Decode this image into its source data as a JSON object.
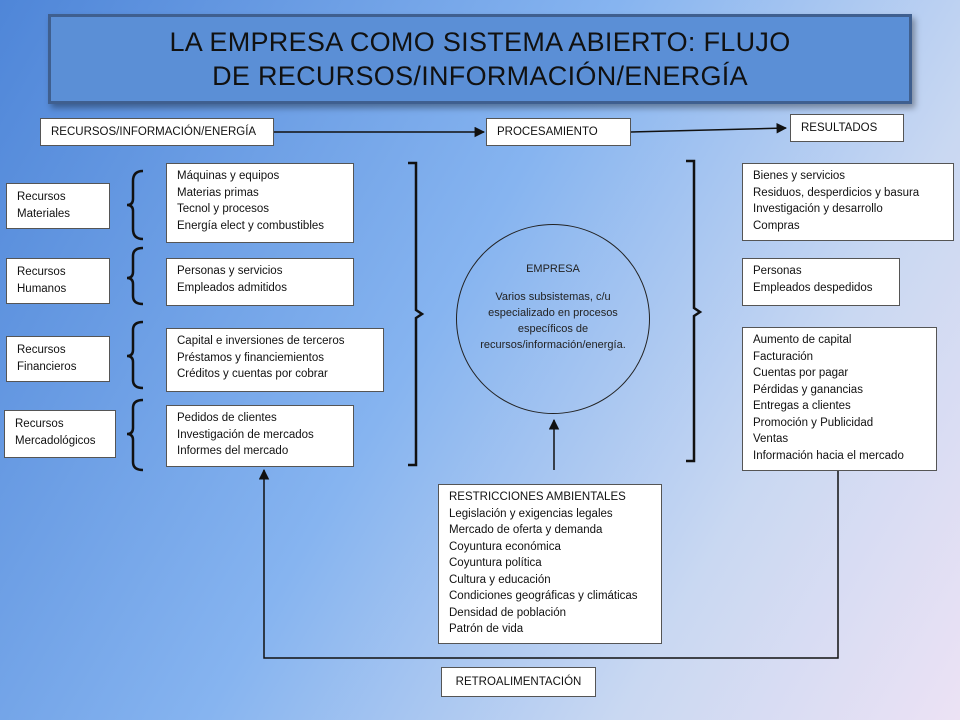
{
  "title": "LA EMPRESA COMO SISTEMA ABIERTO: FLUJO DE RECURSOS/INFORMACIÓN/ENERGÍA",
  "flow": {
    "inputs_label": "RECURSOS/INFORMACIÓN/ENERGÍA",
    "processing_label": "PROCESAMIENTO",
    "results_label": "RESULTADOS"
  },
  "resource_categories": [
    "Recursos Materiales",
    "Recursos Humanos",
    "Recursos Financieros",
    "Recursos Mercadológicos"
  ],
  "resource_details": [
    [
      "Máquinas y equipos",
      "Materias primas",
      "Tecnol y procesos",
      "Energía elect y combustibles"
    ],
    [
      "Personas y servicios",
      "Empleados admitidos"
    ],
    [
      "Capital e inversiones de terceros",
      "Préstamos y financiemientos",
      "Créditos y cuentas por cobrar"
    ],
    [
      "Pedidos de clientes",
      "Investigación de mercados",
      "Informes del mercado"
    ]
  ],
  "company": {
    "label": "EMPRESA",
    "description": "Varios subsistemas, c/u especializado en procesos específicos de recursos/información/energía."
  },
  "results": [
    [
      "Bienes y servicios",
      "Residuos, desperdicios y basura",
      "Investigación y desarrollo",
      "Compras"
    ],
    [
      "Personas",
      "Empleados despedidos"
    ],
    [
      "Aumento de capital",
      "Facturación",
      "Cuentas por pagar",
      "Pérdidas y ganancias",
      "Entregas a clientes",
      "Promoción y Publicidad",
      "Ventas",
      "Información hacia el mercado"
    ]
  ],
  "restrictions": {
    "title": "RESTRICCIONES AMBIENTALES",
    "items": [
      "Legislación y exigencias legales",
      "Mercado de oferta y demanda",
      "Coyuntura económica",
      "Coyuntura política",
      "Cultura y educación",
      "Condiciones geográficas y climáticas",
      "Densidad de población",
      "Patrón de vida"
    ]
  },
  "feedback_label": "RETROALIMENTACIÓN"
}
